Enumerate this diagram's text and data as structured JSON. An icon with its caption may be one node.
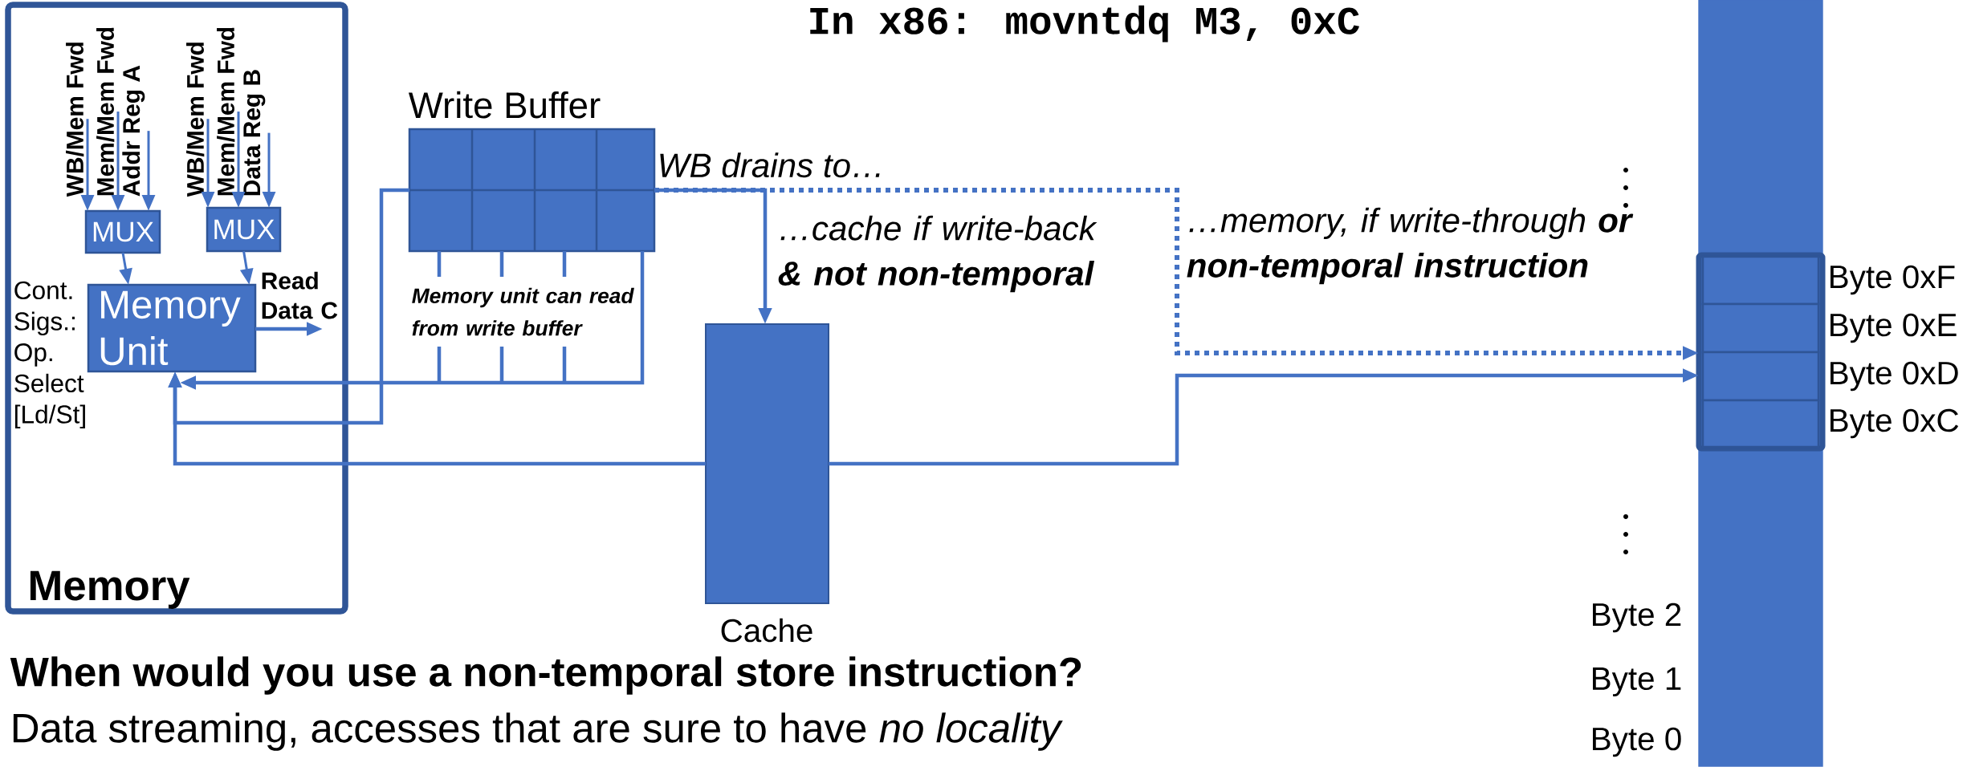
{
  "diagram": {
    "nodes": [
      {
        "text": [
          "Memory"
        ]
      },
      {
        "text": [
          "WB/Mem Fwd"
        ],
        "in": 0
      },
      {
        "text": [
          "Mem/Mem Fwd"
        ],
        "in": 0
      },
      {
        "text": [
          "Addr Reg A"
        ],
        "in": 0
      },
      {
        "text": [
          "WB/Mem Fwd"
        ],
        "in": 0
      },
      {
        "text": [
          "Mem/Mem Fwd"
        ],
        "in": 0
      },
      {
        "text": [
          "Data Reg B"
        ],
        "in": 0
      },
      {
        "text": [
          "MUX"
        ],
        "in": 0
      },
      {
        "text": [
          "MUX"
        ],
        "in": 0
      },
      {
        "text": [
          "Memory Unit"
        ],
        "in": 0
      },
      {
        "text": [
          "Write Buffer"
        ]
      },
      {
        "text": [
          "Cache"
        ]
      },
      {
        "text": [],
        "shape": "bar"
      },
      {
        "text": [],
        "shape": "box",
        "in": 12
      },
      {
        "text": [],
        "shape": "box",
        "in": 13,
        "beside": [
          "Byte 0xF"
        ]
      },
      {
        "text": [],
        "shape": "box",
        "in": 13,
        "beside": [
          "Byte 0xE"
        ]
      },
      {
        "text": [],
        "shape": "box",
        "in": 13,
        "beside": [
          "Byte 0xD"
        ]
      },
      {
        "text": [],
        "shape": "box",
        "in": 13,
        "beside": [
          "Byte 0xC"
        ]
      }
    ],
    "edges": [
      {
        "from": 1,
        "to": 7,
        "arrow": "to"
      },
      {
        "from": 2,
        "to": 7,
        "arrow": "to"
      },
      {
        "from": 3,
        "to": 7,
        "arrow": "to"
      },
      {
        "from": 4,
        "to": 8,
        "arrow": "to"
      },
      {
        "from": 5,
        "to": 8,
        "arrow": "to"
      },
      {
        "from": 6,
        "to": 8,
        "arrow": "to"
      },
      {
        "from": 7,
        "to": 9,
        "arrow": "to"
      },
      {
        "from": 8,
        "to": 9,
        "arrow": "to"
      },
      {
        "from": 9,
        "to": null,
        "arrow": "to",
        "label": "Read Data C"
      },
      {
        "from": 10,
        "to": 9,
        "arrow": "to"
      },
      {
        "from": 10,
        "to": 9,
        "arrow": "to"
      },
      {
        "from": 11,
        "to": 9,
        "arrow": "to"
      },
      {
        "from": 11,
        "to": 13,
        "arrow": "to"
      },
      {
        "from": 10,
        "to": 11,
        "arrow": "to",
        "label": "…cache if write-back **& not non-temporal**"
      },
      {
        "from": 10,
        "to": 13,
        "arrow": "to",
        "style": "dashed",
        "label": "…memory, if write-through **or non-temporal instruction**"
      }
    ],
    "labels": [
      "In x86: movntdq M3, 0xC",
      "WB drains to…",
      "Cont. Sigs.: Op. Select [Ld/St]",
      "Memory unit can read from write buffer",
      "Byte 2",
      "Byte 1",
      "Byte 0",
      "When would you use a non-temporal store instruction?",
      "Data streaming, accesses that are sure to have *no locality*"
    ]
  }
}
